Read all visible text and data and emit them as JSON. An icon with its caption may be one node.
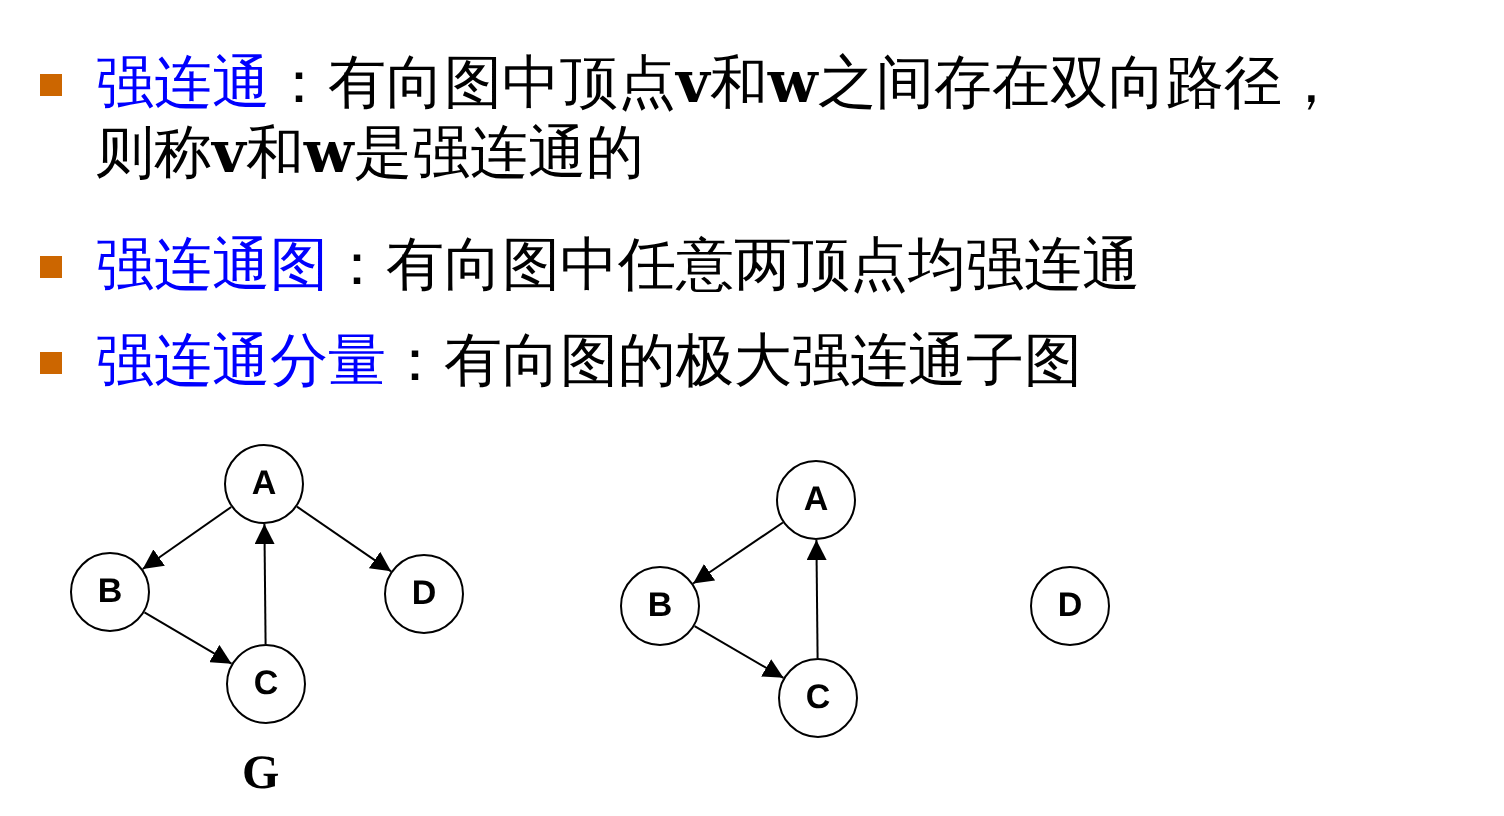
{
  "diagram": {
    "nodes": [
      {
        "text": [
          "A"
        ]
      },
      {
        "text": [
          "B"
        ]
      },
      {
        "text": [
          "C"
        ]
      },
      {
        "text": [
          "D"
        ]
      },
      {
        "text": [
          "A"
        ]
      },
      {
        "text": [
          "B"
        ]
      },
      {
        "text": [
          "C"
        ]
      },
      {
        "text": [
          "D"
        ]
      }
    ],
    "edges": [
      {
        "from": 0,
        "to": 1,
        "arrow": "to"
      },
      {
        "from": 1,
        "to": 2,
        "arrow": "to"
      },
      {
        "from": 2,
        "to": 0,
        "arrow": "to"
      },
      {
        "from": 0,
        "to": 3,
        "arrow": "to"
      },
      {
        "from": 4,
        "to": 5,
        "arrow": "to"
      },
      {
        "from": 5,
        "to": 6,
        "arrow": "to"
      },
      {
        "from": 6,
        "to": 4,
        "arrow": "to"
      }
    ],
    "labels": [
      "强连通",
      "：有向图中顶点**v**和**w**之间存在双向路径，则称**v**和**w**是强连通的",
      "强连通图",
      "：有向图中任意两顶点均强连通",
      "强连通分量",
      "：有向图的极大强连通子图",
      "G"
    ]
  }
}
